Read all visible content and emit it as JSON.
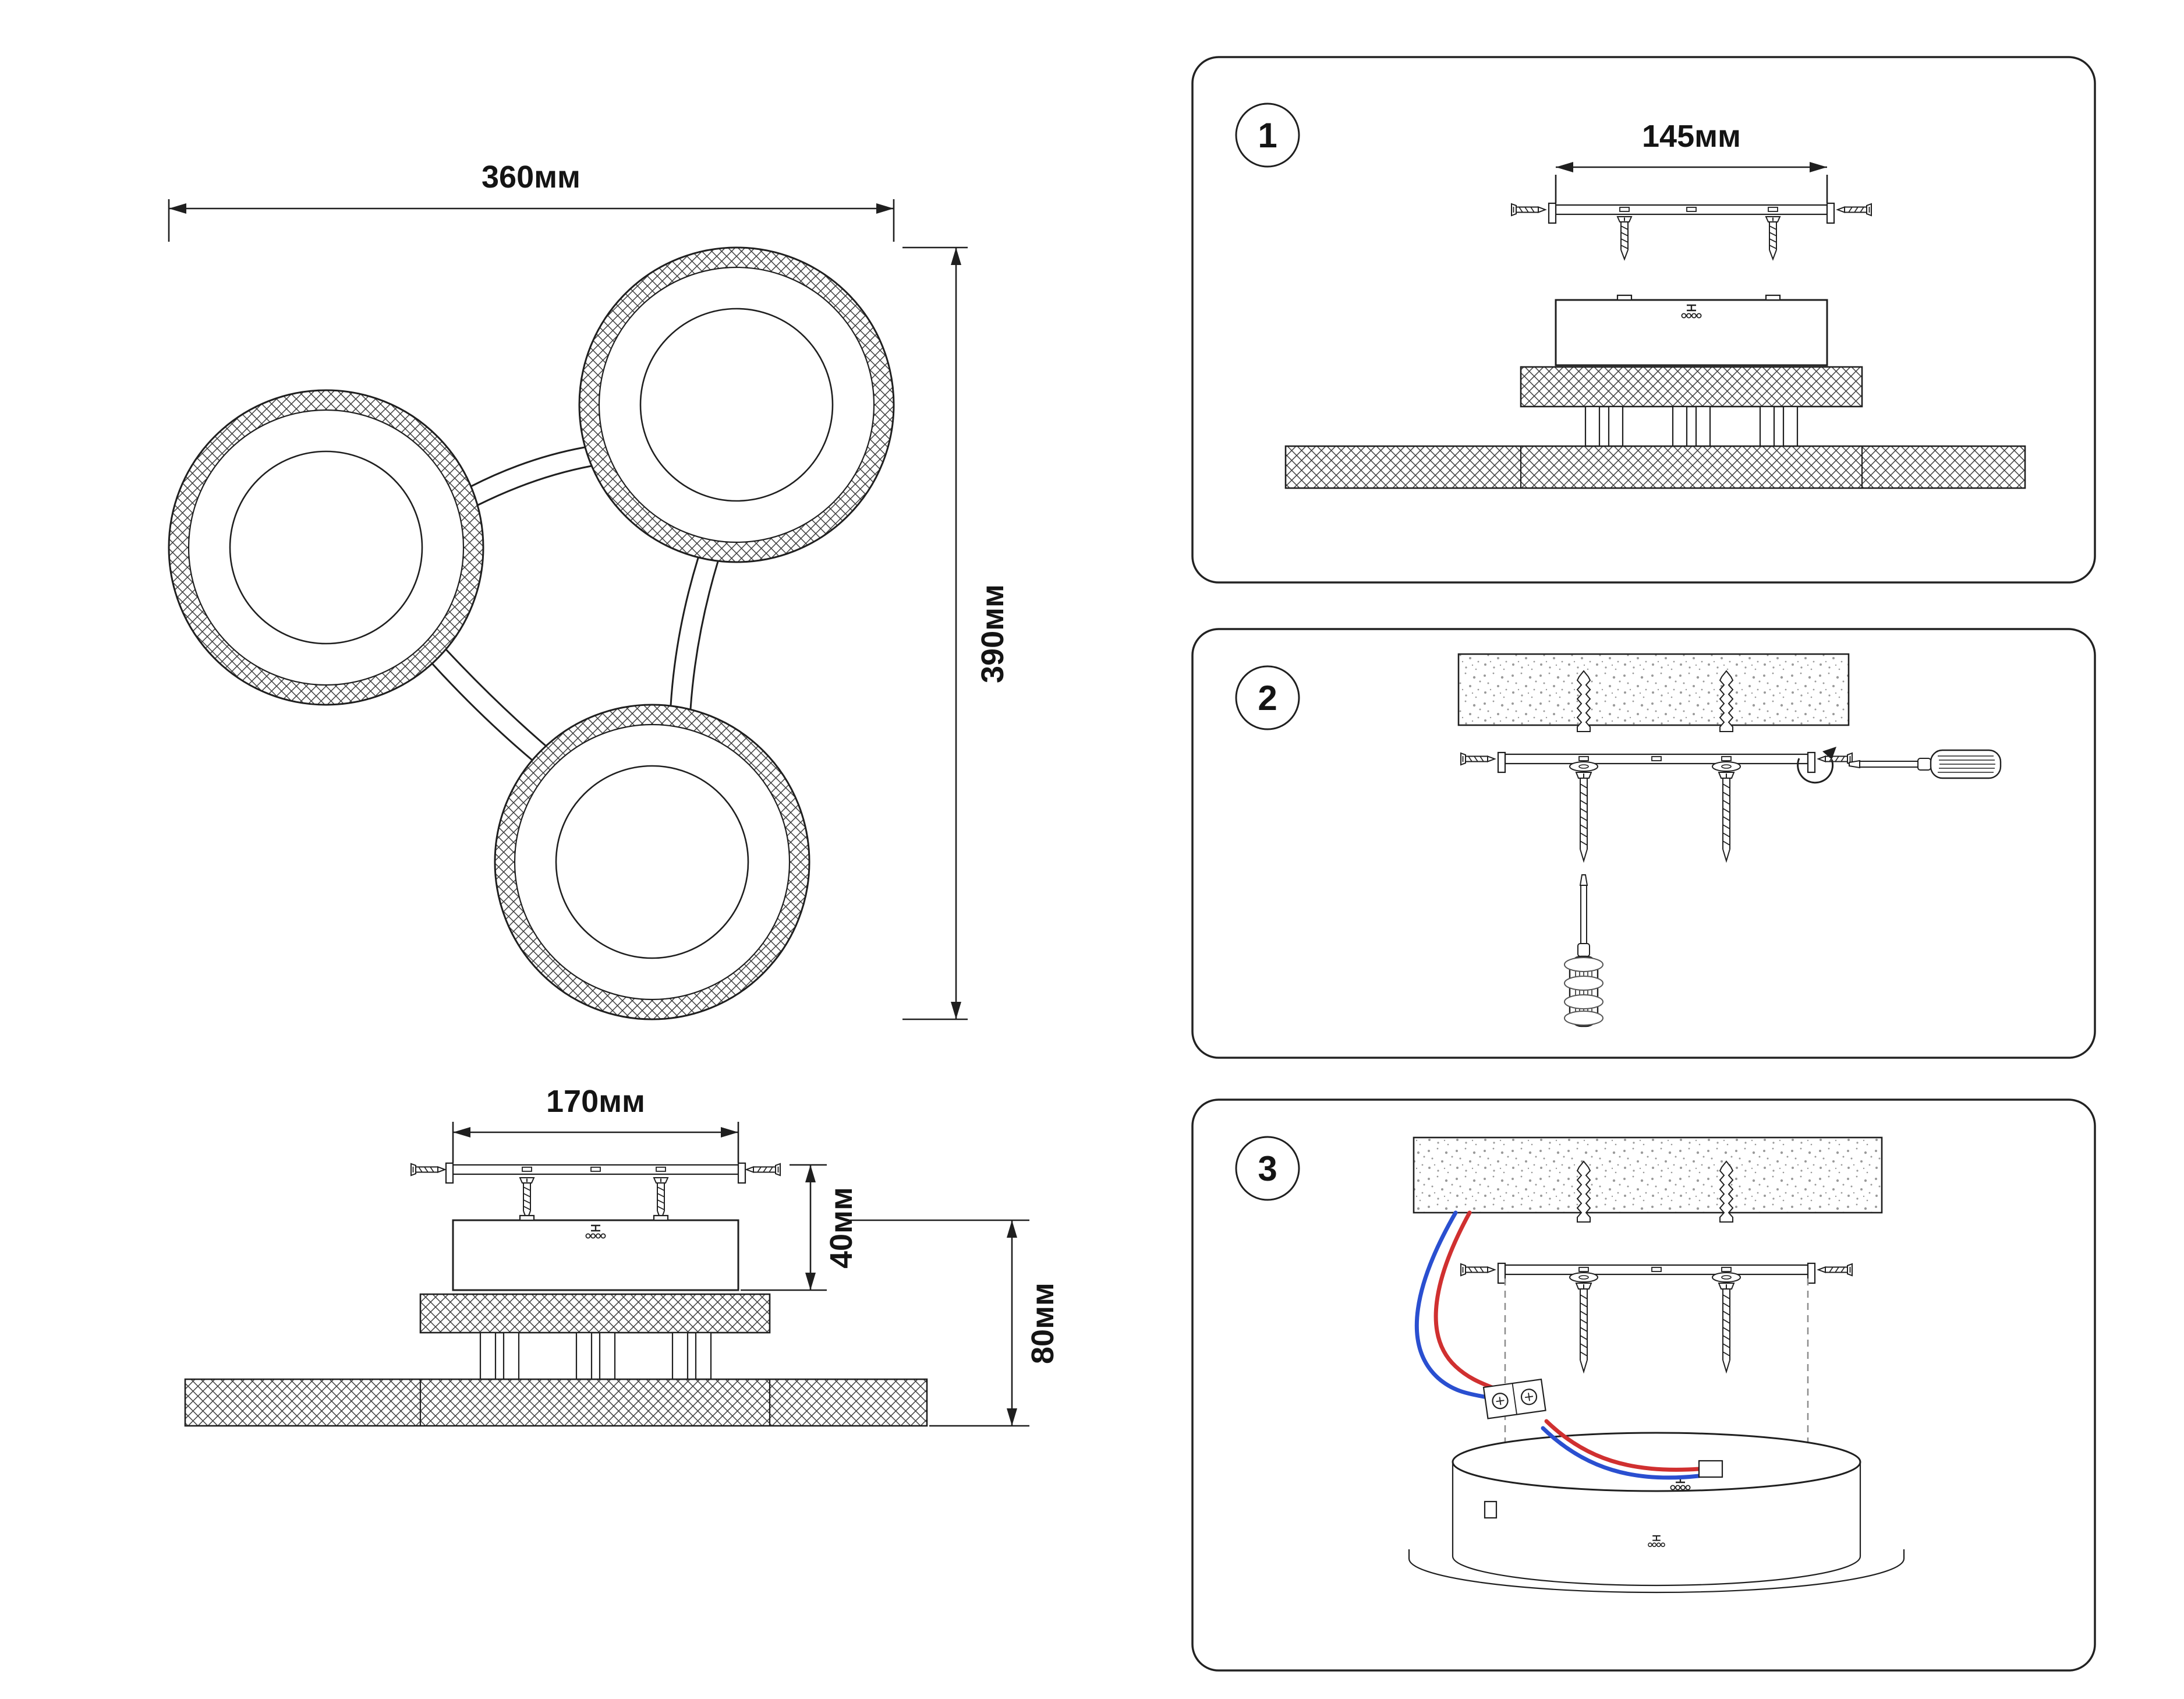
{
  "page": {
    "background": "#ffffff",
    "line_color": "#1f1f1f"
  },
  "top_view": {
    "width_label": "360мм",
    "height_label": "390мм"
  },
  "side_view": {
    "width_label": "170мм",
    "bracket_depth_label": "40мм",
    "height_label": "80мм"
  },
  "steps": [
    {
      "number": "1",
      "hole_spacing_label": "145мм"
    },
    {
      "number": "2"
    },
    {
      "number": "3"
    }
  ],
  "colors": {
    "wire_blue": "#2a4fd0",
    "wire_red": "#d03030"
  }
}
